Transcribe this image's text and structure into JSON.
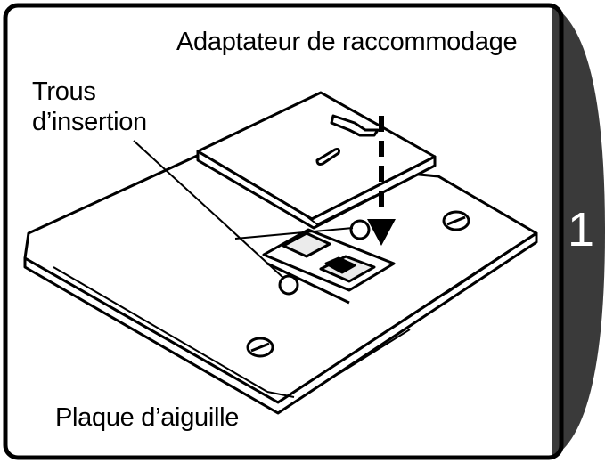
{
  "labels": {
    "adapter": "Adaptateur de raccommodage",
    "insertion_holes_line1": "Trous",
    "insertion_holes_line2": "d’insertion",
    "needle_plate": "Plaque d’aiguille"
  },
  "step": {
    "number": "1"
  },
  "colors": {
    "tab_fill": "#3a3a3a",
    "outline": "#000000",
    "background": "#ffffff"
  }
}
